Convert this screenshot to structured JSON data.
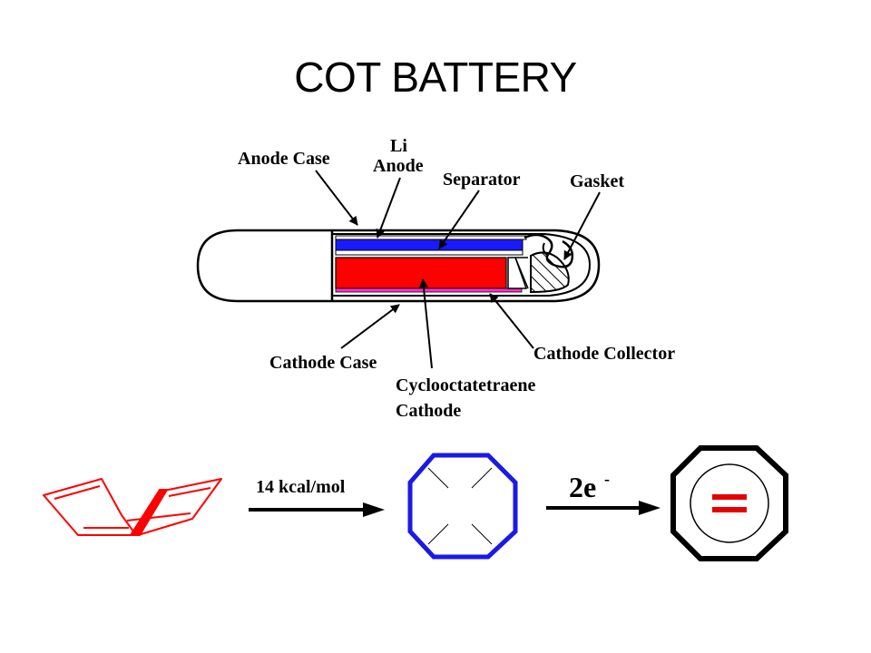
{
  "slide": {
    "title": "COT BATTERY"
  },
  "battery": {
    "labels": {
      "anode_case": "Anode Case",
      "li": "Li",
      "anode": "Anode",
      "separator": "Separator",
      "gasket": "Gasket",
      "cathode_case": "Cathode Case",
      "cathode_collector": "Cathode Collector",
      "cot_cathode_line1": "Cyclooctatetraene",
      "cot_cathode_line2": "Cathode"
    },
    "colors": {
      "anode": "#1a1aff",
      "cathode": "#ff0000",
      "collector": "#ff33cc"
    }
  },
  "reaction": {
    "step1_label": "14 kcal/mol",
    "step2_label": "2e",
    "step2_superscript": "-",
    "dianion_charge": "=",
    "colors": {
      "tub": "#ff0000",
      "planar": "#1a1ae6",
      "dianion_charge": "#e60000"
    }
  }
}
